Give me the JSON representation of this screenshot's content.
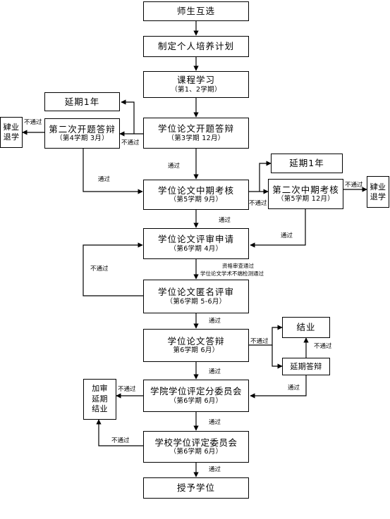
{
  "boxes": {
    "mutual_selection": "师生互选",
    "training_plan": "制定个人培养计划",
    "coursework": {
      "title": "课程学习",
      "sub": "（第1、2学期）"
    },
    "proposal_defense": {
      "title": "学位论文开题答辩",
      "sub": "（第3学期  12月）"
    },
    "delay_year_1": "延期1年",
    "second_proposal": {
      "title": "第二次开题答辩",
      "sub": "（第4学期  3月）"
    },
    "dropout_1": "肄业\n退学",
    "midterm": {
      "title": "学位论文中期考核",
      "sub": "（第5学期  9月）"
    },
    "delay_year_2": "延期1年",
    "second_midterm": {
      "title": "第二次中期考核",
      "sub": "（第5学期  12月）"
    },
    "dropout_2": "肄业\n退学",
    "review_application": {
      "title": "学位论文评审申请",
      "sub": "（第6学期  4月）"
    },
    "blind_review": {
      "title": "学位论文匿名评审",
      "sub": "（第6学期  5-6月）"
    },
    "thesis_defense": {
      "title": "学位论文答辩",
      "sub": "第6学期  6月）"
    },
    "completion": "结业",
    "delayed_defense": "延期答辩",
    "college_committee": {
      "title": "学院学位评定分委员会",
      "sub": "（第6学期  6月）"
    },
    "extra_review": "加审\n延期\n结业",
    "university_committee": {
      "title": "学校学位评定委员会",
      "sub": "（第6学期  6月）"
    },
    "degree_awarded": "授予学位"
  },
  "labels": {
    "not_pass": "不通过",
    "pass": "通过",
    "qualification_pass": "资格审查通过",
    "plagiarism_pass": "学位论文学术不端检测通过"
  }
}
